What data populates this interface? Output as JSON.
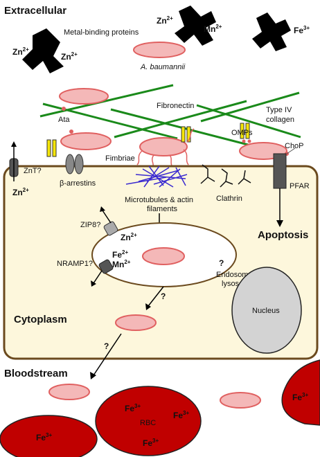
{
  "regions": {
    "extracellular": "Extracellular",
    "cytoplasm": "Cytoplasm",
    "bloodstream": "Bloodstream",
    "apoptosis": "Apoptosis"
  },
  "labels": {
    "metal_binding": "Metal-binding proteins",
    "bacterium": "A. baumannii",
    "fibronectin": "Fibronectin",
    "collagen_line1": "Type IV",
    "collagen_line2": "collagen",
    "ata": "Ata",
    "omps": "OMPs",
    "chop": "ChoP",
    "fimbriae": "Fimbriae",
    "znt": "ZnT?",
    "arrestins": "β-arrestins",
    "microtubules_line1": "Microtubules & actin",
    "microtubules_line2": "filaments",
    "clathrin": "Clathrin",
    "pfar": "PFAR",
    "zip8": "ZIP8?",
    "nramp1": "NRAMP1?",
    "endosome_line1": "Endosome/",
    "endosome_line2": "lysosome",
    "nucleus": "Nucleus",
    "rbc": "RBC",
    "q1": "?",
    "q2": "?",
    "q3": "?"
  },
  "ions": {
    "zn_el": "Zn",
    "zn_charge": "2+",
    "mn_el": "Mn",
    "mn_charge": "2+",
    "fe2_el": "Fe",
    "fe2_charge": "2+",
    "fe3_el": "Fe",
    "fe3_charge": "3+"
  },
  "colors": {
    "bacterium_fill": "#f4b8b8",
    "bacterium_stroke": "#e06060",
    "collagen": "#1a8a1a",
    "cytoplasm": "#fdf7dc",
    "membrane": "#6b4a1e",
    "rbc": "#c00000",
    "nucleus": "#d3d3d3",
    "ompa": "#f5e60a",
    "transporter": "#555555",
    "fimbriae": "#3a2ad0"
  }
}
